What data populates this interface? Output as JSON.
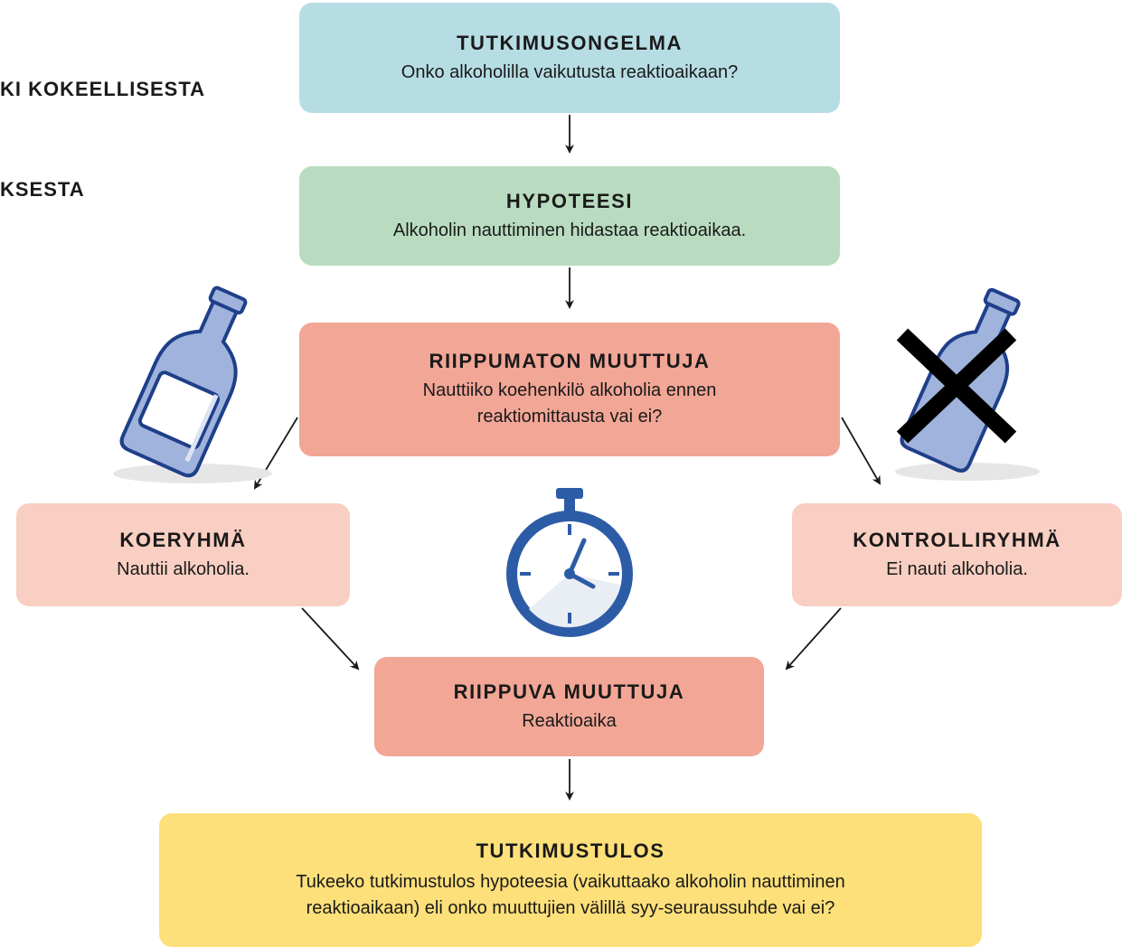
{
  "corner_title": {
    "line1": "KI KOKEELLISESTA",
    "line2": "KSESTA"
  },
  "colors": {
    "problem": "#b6dde3",
    "hypothesis": "#b9dcc0",
    "independent": "#f2a696",
    "experimental": "#f8cfc2",
    "control": "#f8cfc2",
    "dependent": "#f2a696",
    "result": "#fde07a",
    "bottle": "#9fb3dc",
    "bottle_outline": "#1f3f8a",
    "clock": "#2d5ca6"
  },
  "boxes": {
    "problem": {
      "heading": "TUTKIMUSONGELMA",
      "body": "Onko alkoholilla vaikutusta reaktioaikaan?"
    },
    "hypothesis": {
      "heading": "HYPOTEESI",
      "body": "Alkoholin nauttiminen hidastaa reaktioaikaa."
    },
    "independent": {
      "heading": "RIIPPUMATON MUUTTUJA",
      "body_line1": "Nauttiiko koehenkilö alkoholia ennen",
      "body_line2": "reaktiomittausta vai ei?"
    },
    "experimental": {
      "heading": "KOERYHMÄ",
      "body": "Nauttii alkoholia."
    },
    "control": {
      "heading": "KONTROLLIRYHMÄ",
      "body": "Ei nauti alkoholia."
    },
    "dependent": {
      "heading": "RIIPPUVA MUUTTUJA",
      "body": "Reaktioaika"
    },
    "result": {
      "heading": "TUTKIMUSTULOS",
      "body_line1": "Tukeeko tutkimustulos hypoteesia (vaikuttaako alkoholin nauttiminen",
      "body_line2": "reaktioaikaan) eli onko muuttujien välillä syy-seuraussuhde vai ei?"
    }
  },
  "icons": [
    "bottle-icon",
    "crossed-bottle-icon",
    "stopwatch-icon"
  ]
}
